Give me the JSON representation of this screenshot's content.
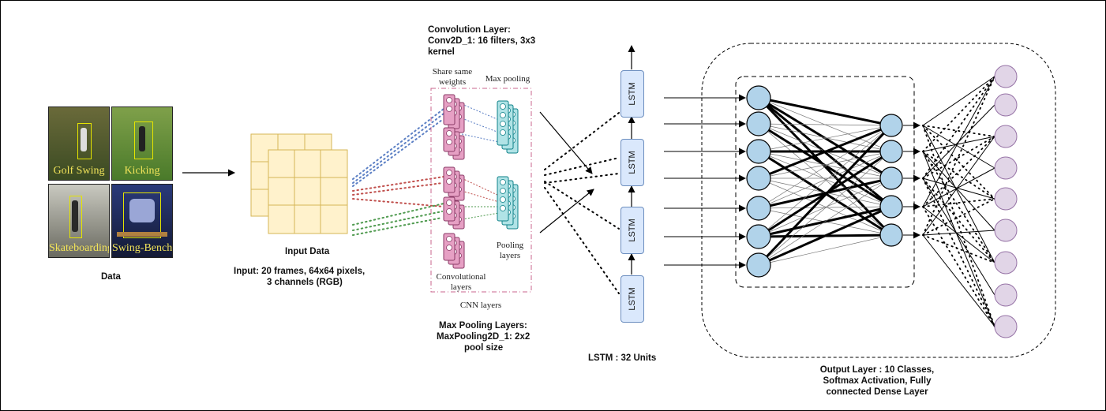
{
  "data_section": {
    "label": "Data",
    "thumbnails": [
      {
        "caption": "Golf Swing",
        "bg": "#4a5a2a"
      },
      {
        "caption": "Kicking",
        "bg": "#4f7a2c"
      },
      {
        "caption": "Skateboarding",
        "bg": "#8a8a80"
      },
      {
        "caption": "Swing-Bench",
        "bg": "#1f2b55"
      }
    ]
  },
  "input_section": {
    "label": "Input Data",
    "description_line1": "Input: 20 frames, 64x64 pixels,",
    "description_line2": "3 channels (RGB)"
  },
  "cnn_section": {
    "conv_title": "Convolution Layer:",
    "conv_line1": "Conv2D_1: 16 filters, 3x3",
    "conv_line2": "kernel",
    "share_weights_line1": "Share same",
    "share_weights_line2": "weights",
    "max_pooling": "Max pooling",
    "pooling_layers_line1": "Pooling",
    "pooling_layers_line2": "layers",
    "conv_layers_line1": "Convolutional",
    "conv_layers_line2": "layers",
    "cnn_layers": "CNN layers",
    "pool_title": "Max Pooling Layers:",
    "pool_line1": "MaxPooling2D_1: 2x2",
    "pool_line2": "pool size"
  },
  "lstm_section": {
    "cell_label": "LSTM",
    "caption": "LSTM : 32 Units"
  },
  "output_section": {
    "caption_line1": "Output Layer : 10 Classes,",
    "caption_line2": "Softmax Activation, Fully",
    "caption_line3": "connected Dense Layer"
  },
  "colors": {
    "input_grid_fill": "#fff2cc",
    "input_grid_stroke": "#d6b656",
    "conv_fill": "#e6a0c4",
    "conv_stroke": "#8a3a66",
    "pool_fill": "#b0e3e6",
    "pool_stroke": "#0e8088",
    "lstm_fill": "#dae8fc",
    "lstm_stroke": "#6c8ebf",
    "neuron_fill": "#b1d3ea",
    "output_fill": "#e1d5e7",
    "output_stroke": "#9673a6",
    "cnn_box_stroke": "#c8648c",
    "dot_blue": "#5b7fc4",
    "dot_red": "#c0504d",
    "dot_green": "#4f9a4f"
  }
}
